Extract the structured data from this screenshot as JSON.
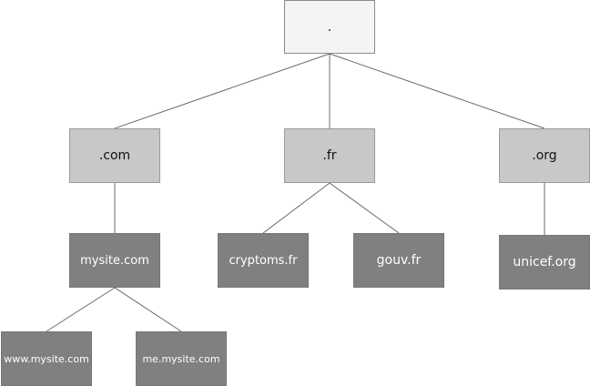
{
  "diagram": {
    "type": "tree",
    "nodes": [
      {
        "id": "root",
        "label": ".",
        "level": 0
      },
      {
        "id": "com",
        "label": ".com",
        "level": 1,
        "parent": "root"
      },
      {
        "id": "fr",
        "label": ".fr",
        "level": 1,
        "parent": "root"
      },
      {
        "id": "org",
        "label": ".org",
        "level": 1,
        "parent": "root"
      },
      {
        "id": "mysite",
        "label": "mysite.com",
        "level": 2,
        "parent": "com"
      },
      {
        "id": "cryptoms",
        "label": "cryptoms.fr",
        "level": 2,
        "parent": "fr"
      },
      {
        "id": "gouv",
        "label": "gouv.fr",
        "level": 2,
        "parent": "fr"
      },
      {
        "id": "unicef",
        "label": "unicef.org",
        "level": 2,
        "parent": "org"
      },
      {
        "id": "www",
        "label": "www.mysite.com",
        "level": 3,
        "parent": "mysite"
      },
      {
        "id": "me",
        "label": "me.mysite.com",
        "level": 3,
        "parent": "mysite"
      }
    ],
    "colors": {
      "root_fill": "#f4f4f4",
      "tld_fill": "#c8c8c8",
      "domain_fill": "#808080",
      "edge": "#6a6a6a"
    }
  }
}
